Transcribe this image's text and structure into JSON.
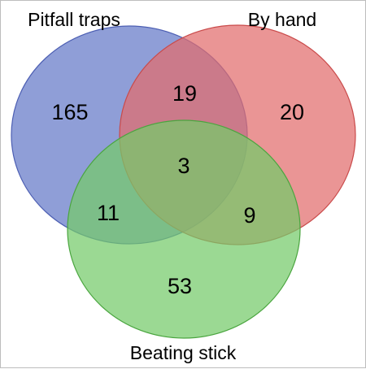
{
  "sets": [
    {
      "label": "Pitfall traps",
      "fill": "#7083cc",
      "stroke": "#4d5fb3"
    },
    {
      "label": "By hand",
      "fill": "#e26c6c",
      "stroke": "#c94a4a"
    },
    {
      "label": "Beating stick",
      "fill": "#74cb6a",
      "stroke": "#4aa53f"
    }
  ],
  "regions": {
    "pitfall_only": "165",
    "hand_only": "20",
    "stick_only": "53",
    "pitfall_hand": "19",
    "pitfall_stick": "11",
    "hand_stick": "9",
    "all_three": "3"
  }
}
